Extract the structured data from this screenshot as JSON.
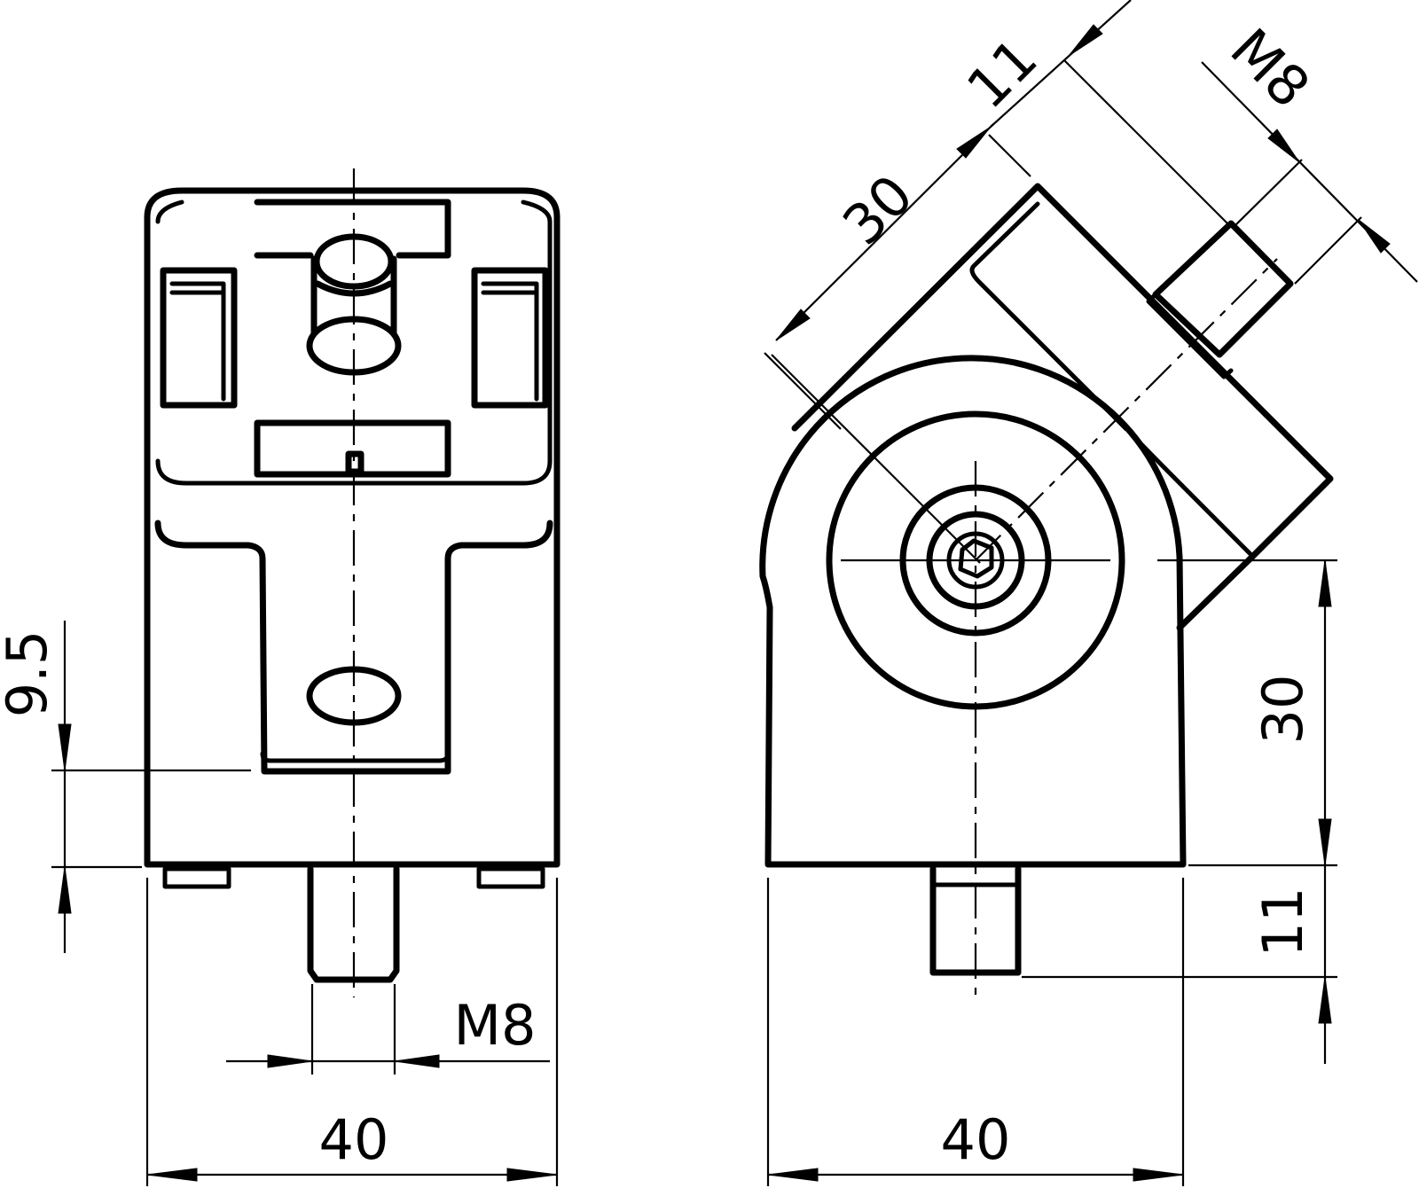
{
  "front_view": {
    "width_dimension": "40",
    "thread_dimension": "M8",
    "offset_dimension": "9.5"
  },
  "side_view": {
    "width_dimension": "40",
    "height_dimension": "30",
    "stud_length_dimension": "11",
    "angled_length_dimension": "30",
    "angled_stud_length_dimension": "11",
    "angled_thread_dimension": "M8"
  }
}
